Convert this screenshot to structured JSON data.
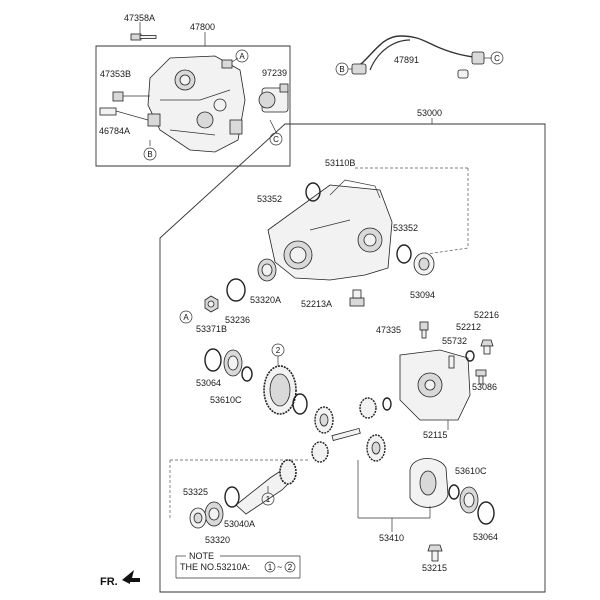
{
  "labels": {
    "p47358A": "47358A",
    "p47800": "47800",
    "p47353B": "47353B",
    "p97239": "97239",
    "p46784A": "46784A",
    "p47891": "47891",
    "p53000": "53000",
    "p53110B": "53110B",
    "p53352a": "53352",
    "p53352b": "53352",
    "p53094": "53094",
    "p53320A": "53320A",
    "p52213A": "52213A",
    "p53236": "53236",
    "p53371B": "53371B",
    "p47335": "47335",
    "p52216": "52216",
    "p52212": "52212",
    "p55732": "55732",
    "p53086": "53086",
    "p53064a": "53064",
    "p53610Ca": "53610C",
    "p52115": "52115",
    "p53325": "53325",
    "p53040A": "53040A",
    "p53320": "53320",
    "p53610Cb": "53610C",
    "p53064b": "53064",
    "p53410": "53410",
    "p53215": "53215"
  },
  "callouts": {
    "A": "A",
    "B": "B",
    "C": "C",
    "one": "1",
    "two": "2"
  },
  "note": {
    "title": "NOTE",
    "text": "THE NO.53210A:",
    "range_sep": "~"
  },
  "front_marker": "FR."
}
